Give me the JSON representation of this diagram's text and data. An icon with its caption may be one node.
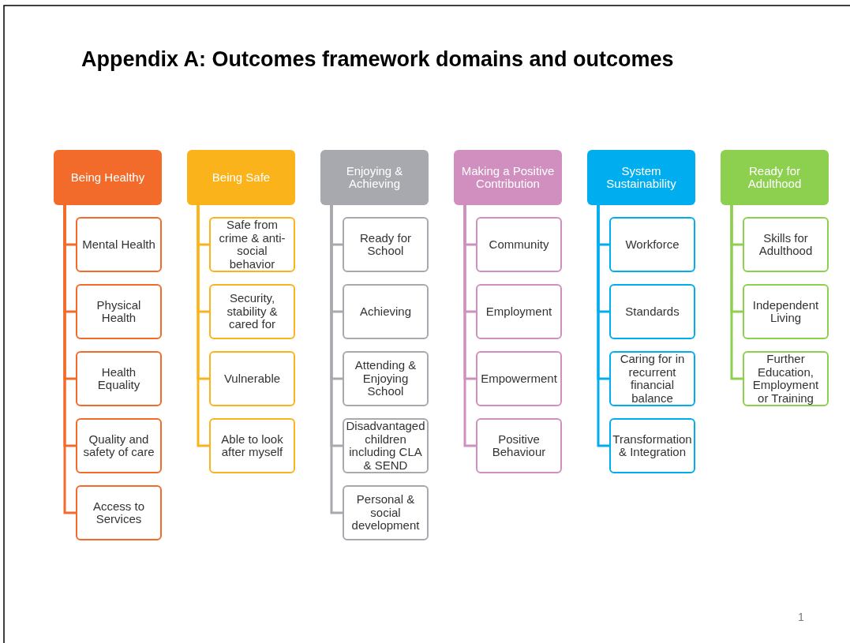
{
  "diagram": {
    "title": "Appendix A:  Outcomes framework domains and outcomes",
    "nodes": [
      {
        "text": [
          "Being Healthy"
        ]
      },
      {
        "text": [
          "Mental Health"
        ]
      },
      {
        "text": [
          "Physical Health"
        ]
      },
      {
        "text": [
          "Health Equality"
        ]
      },
      {
        "text": [
          "Quality and safety of care"
        ]
      },
      {
        "text": [
          "Access to Services"
        ]
      },
      {
        "text": [
          "Being Safe"
        ]
      },
      {
        "text": [
          "Safe from crime & anti-social behavior"
        ]
      },
      {
        "text": [
          "Security, stability & cared for"
        ]
      },
      {
        "text": [
          "Vulnerable"
        ]
      },
      {
        "text": [
          "Able to look after myself"
        ]
      },
      {
        "text": [
          "Enjoying & Achieving"
        ]
      },
      {
        "text": [
          "Ready for School"
        ]
      },
      {
        "text": [
          "Achieving"
        ]
      },
      {
        "text": [
          "Attending & Enjoying School"
        ]
      },
      {
        "text": [
          "Disadvantaged children including CLA & SEND"
        ]
      },
      {
        "text": [
          "Personal & social development"
        ]
      },
      {
        "text": [
          "Making a Positive Contribution"
        ]
      },
      {
        "text": [
          "Community"
        ]
      },
      {
        "text": [
          "Employment"
        ]
      },
      {
        "text": [
          "Empowerment"
        ]
      },
      {
        "text": [
          "Positive Behaviour"
        ]
      },
      {
        "text": [
          "System Sustainability"
        ]
      },
      {
        "text": [
          "Workforce"
        ]
      },
      {
        "text": [
          "Standards"
        ]
      },
      {
        "text": [
          "Caring for in recurrent financial balance"
        ]
      },
      {
        "text": [
          "Transformation & Integration"
        ]
      },
      {
        "text": [
          "Ready for Adulthood"
        ]
      },
      {
        "text": [
          "Skills for Adulthood"
        ]
      },
      {
        "text": [
          "Independent Living"
        ]
      },
      {
        "text": [
          "Further Education, Employment or Training"
        ]
      }
    ],
    "edges": [
      {
        "from": 0,
        "to": 1,
        "arrow": "none",
        "color": "#f26b2b"
      },
      {
        "from": 0,
        "to": 2,
        "arrow": "none",
        "color": "#f26b2b"
      },
      {
        "from": 0,
        "to": 3,
        "arrow": "none",
        "color": "#f26b2b"
      },
      {
        "from": 0,
        "to": 4,
        "arrow": "none",
        "color": "#f26b2b"
      },
      {
        "from": 0,
        "to": 5,
        "arrow": "none",
        "color": "#f26b2b"
      },
      {
        "from": 6,
        "to": 7,
        "arrow": "none",
        "color": "#fbb31b"
      },
      {
        "from": 6,
        "to": 8,
        "arrow": "none",
        "color": "#fbb31b"
      },
      {
        "from": 6,
        "to": 9,
        "arrow": "none",
        "color": "#fbb31b"
      },
      {
        "from": 6,
        "to": 10,
        "arrow": "none",
        "color": "#fbb31b"
      },
      {
        "from": 11,
        "to": 12,
        "arrow": "none",
        "color": "#a7a9ae"
      },
      {
        "from": 11,
        "to": 13,
        "arrow": "none",
        "color": "#a7a9ae"
      },
      {
        "from": 11,
        "to": 14,
        "arrow": "none",
        "color": "#a7a9ae"
      },
      {
        "from": 11,
        "to": 15,
        "arrow": "none",
        "color": "#a7a9ae"
      },
      {
        "from": 11,
        "to": 16,
        "arrow": "none",
        "color": "#a7a9ae"
      },
      {
        "from": 17,
        "to": 18,
        "arrow": "none",
        "color": "#d08fbf"
      },
      {
        "from": 17,
        "to": 19,
        "arrow": "none",
        "color": "#d08fbf"
      },
      {
        "from": 17,
        "to": 20,
        "arrow": "none",
        "color": "#d08fbf"
      },
      {
        "from": 17,
        "to": 21,
        "arrow": "none",
        "color": "#d08fbf"
      },
      {
        "from": 22,
        "to": 23,
        "arrow": "none",
        "color": "#00aeef"
      },
      {
        "from": 22,
        "to": 24,
        "arrow": "none",
        "color": "#00aeef"
      },
      {
        "from": 22,
        "to": 25,
        "arrow": "none",
        "color": "#00aeef"
      },
      {
        "from": 22,
        "to": 26,
        "arrow": "none",
        "color": "#00aeef"
      },
      {
        "from": 27,
        "to": 28,
        "arrow": "none",
        "color": "#8dd04f"
      },
      {
        "from": 27,
        "to": 29,
        "arrow": "none",
        "color": "#8dd04f"
      },
      {
        "from": 27,
        "to": 30,
        "arrow": "none",
        "color": "#8dd04f"
      }
    ],
    "labels": [
      "1"
    ]
  }
}
